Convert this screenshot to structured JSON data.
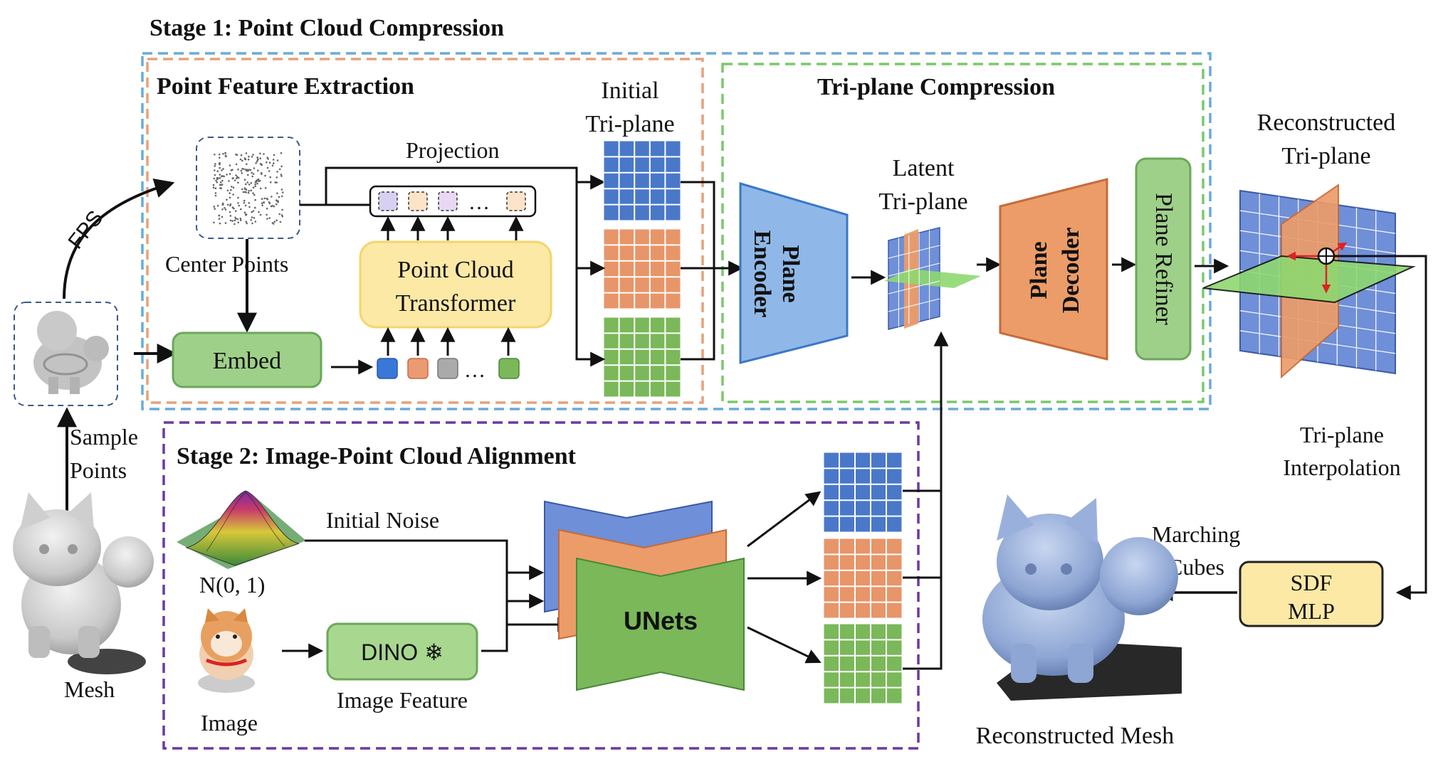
{
  "stage1": {
    "title": "Stage 1: Point Cloud Compression",
    "feature_title": "Point Feature Extraction",
    "triplane_title": "Tri-plane Compression"
  },
  "stage2": {
    "title": "Stage 2: Image-Point Cloud Alignment"
  },
  "labels": {
    "fps": "FPS",
    "center_points": "Center Points",
    "projection": "Projection",
    "embed": "Embed",
    "pct_line1": "Point Cloud",
    "pct_line2": "Transformer",
    "token_dots": "…",
    "initial_triplane_1": "Initial",
    "initial_triplane_2": "Tri-plane",
    "plane_encoder_1": "Plane",
    "plane_encoder_2": "Encoder",
    "latent_1": "Latent",
    "latent_2": "Tri-plane",
    "plane_decoder_1": "Plane",
    "plane_decoder_2": "Decoder",
    "plane_refiner": "Plane Refiner",
    "reconstructed_triplane_1": "Reconstructed",
    "reconstructed_triplane_2": "Tri-plane",
    "triplane_interp_1": "Tri-plane",
    "triplane_interp_2": "Interpolation",
    "sample_points_1": "Sample",
    "sample_points_2": "Points",
    "mesh": "Mesh",
    "initial_noise": "Initial Noise",
    "normal": "N(0, 1)",
    "image": "Image",
    "dino": "DINO ❄",
    "image_feature": "Image Feature",
    "unets": "UNets",
    "marching_1": "Marching",
    "marching_2": "Cubes",
    "sdf_1": "SDF",
    "sdf_2": "MLP",
    "reconstructed_mesh": "Reconstructed Mesh"
  },
  "colors": {
    "blue": "#4a78c8",
    "orange": "#e8956a",
    "green": "#7ab85a",
    "stage1_border": "#6aaad8",
    "feature_border": "#e8a07a",
    "triplane_border": "#7ac86a",
    "stage2_border": "#6a3aa0",
    "pct_fill": "#fde9a6",
    "embed_fill": "#9fd08a",
    "encoder_fill": "#8fb8e8",
    "decoder_fill": "#ec9c68",
    "sdf_fill": "#fde9a6"
  },
  "icons": [
    "mesh-cat-render",
    "point-cloud-cat",
    "gaussian-noise-surface",
    "shiba-dog-image",
    "snowflake-icon",
    "axis-crosshair-icon"
  ]
}
